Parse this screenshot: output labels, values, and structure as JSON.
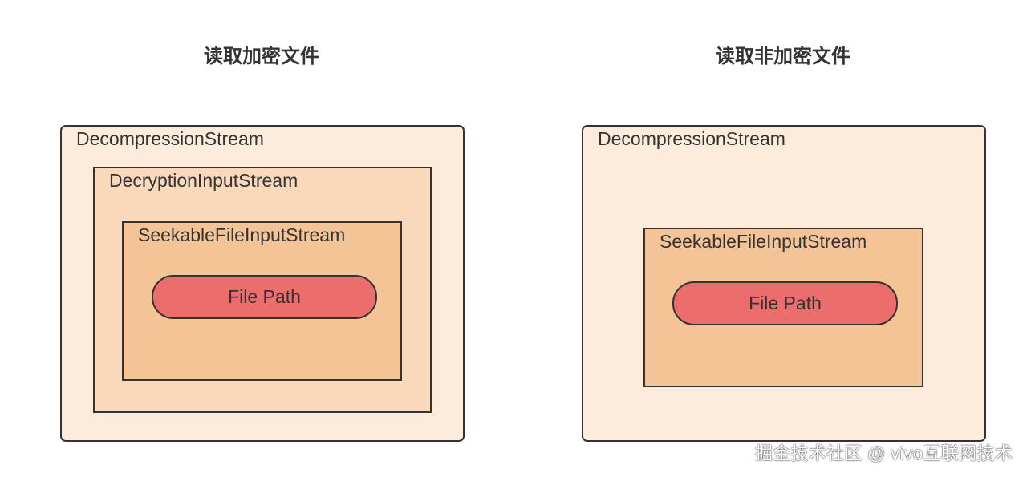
{
  "left": {
    "title": "读取加密文件",
    "outer_label": "DecompressionStream",
    "middle_label": "DecryptionInputStream",
    "inner_label": "SeekableFileInputStream",
    "pill_label": "File Path"
  },
  "right": {
    "title": "读取非加密文件",
    "outer_label": "DecompressionStream",
    "inner_label": "SeekableFileInputStream",
    "pill_label": "File Path"
  },
  "watermark": "掘金技术社区 @ vivo互联网技术",
  "colors": {
    "outer_fill": "#fdebdc",
    "middle_fill": "#f9d8bc",
    "inner_fill": "#f4c496",
    "pill_fill": "#ec6e6c",
    "stroke": "#333333"
  }
}
